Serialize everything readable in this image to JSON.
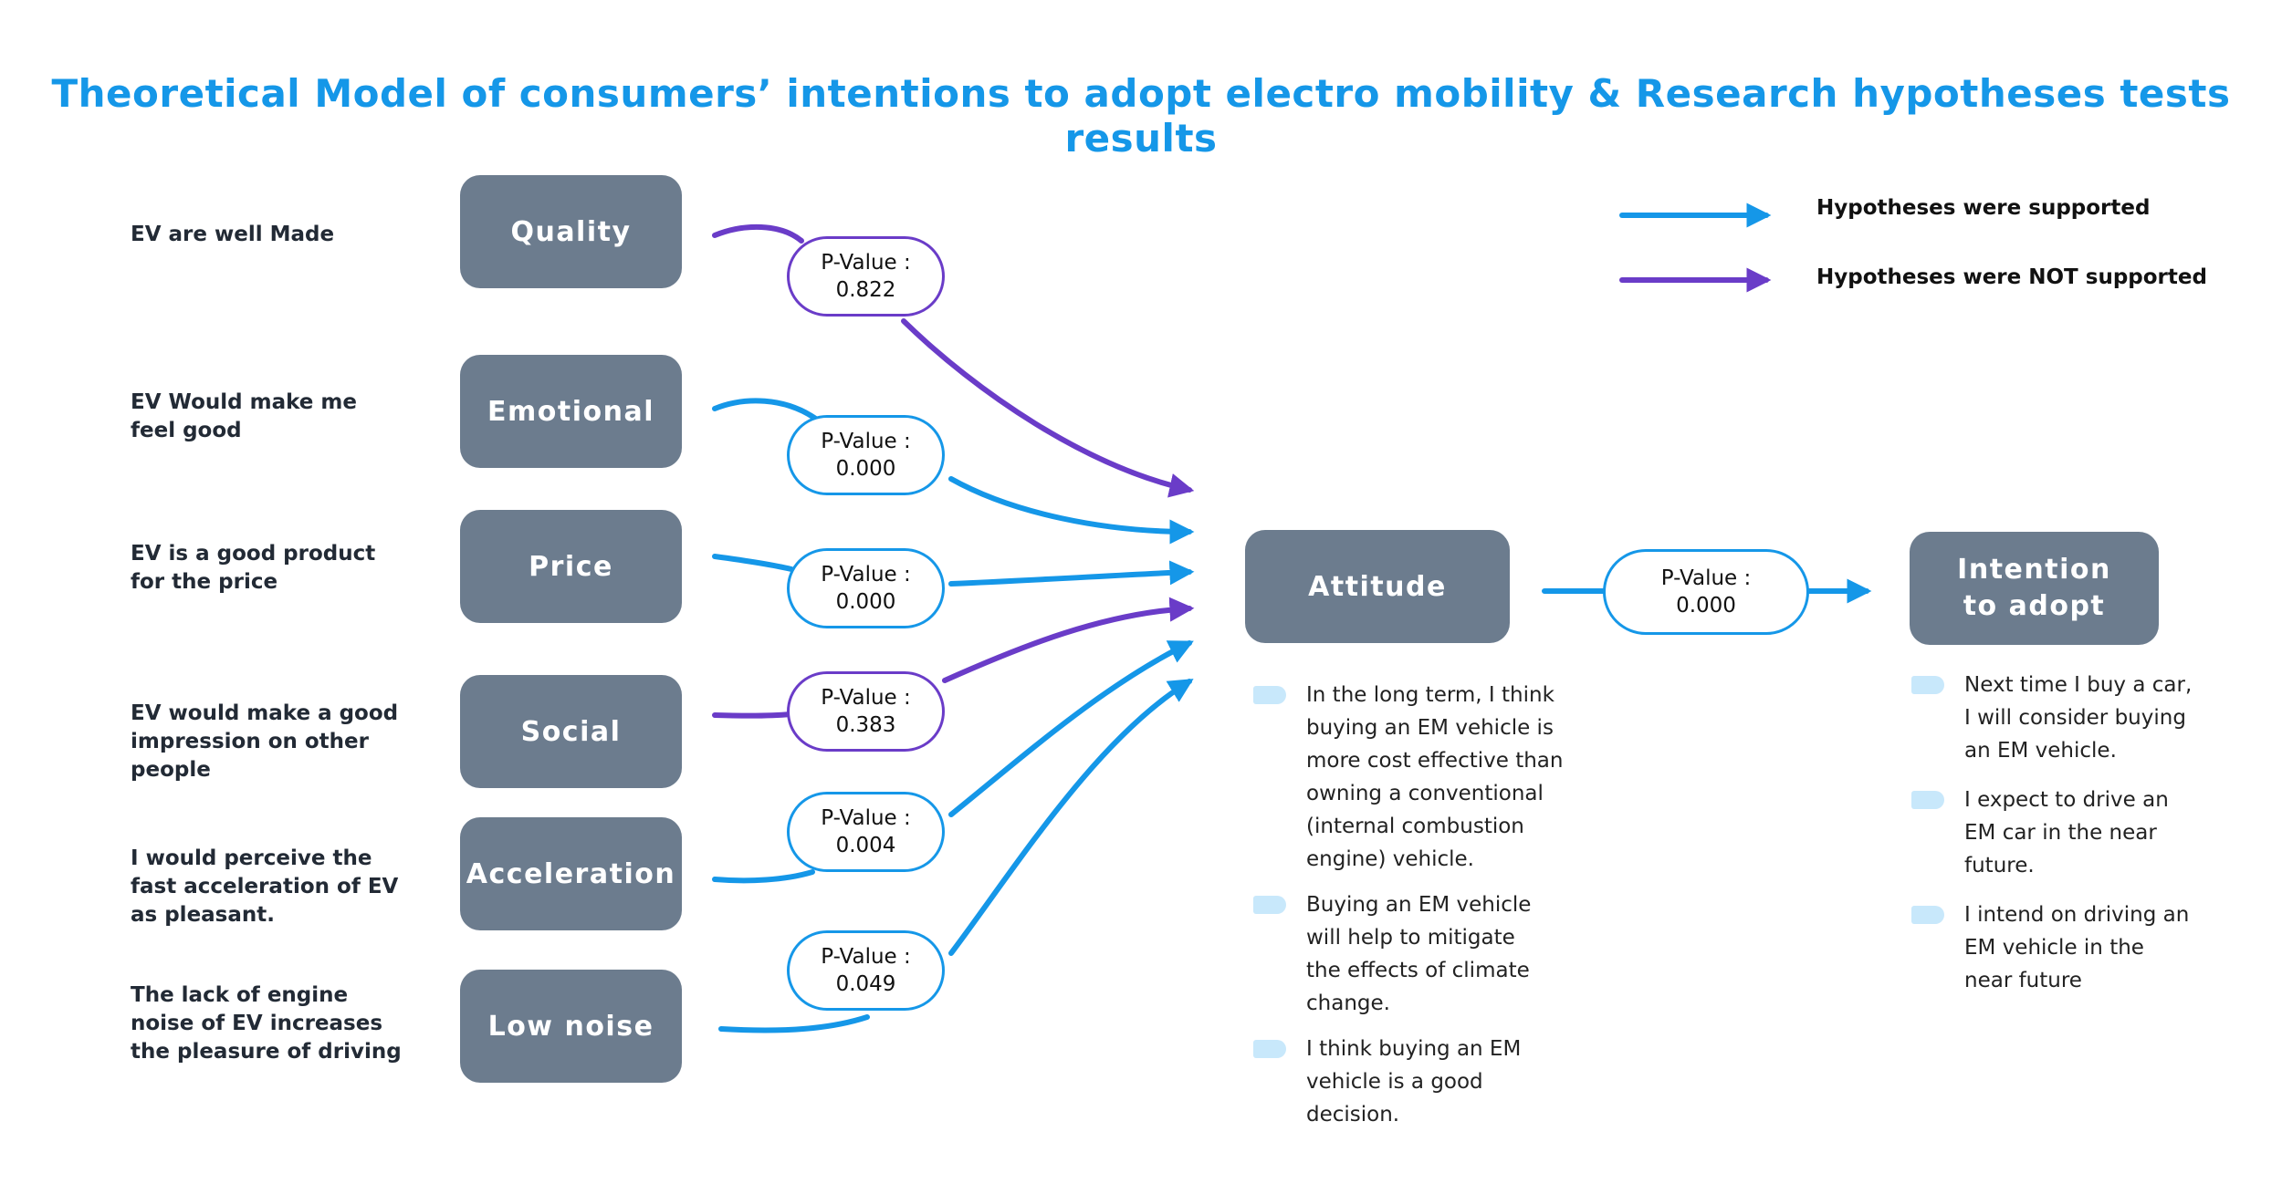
{
  "title": "Theoretical Model of consumers’ intentions to adopt electro mobility & Research hypotheses tests results",
  "colors": {
    "supported": "#1597e8",
    "not_supported": "#6a3cc8",
    "box": "#6c7c8e",
    "bullet": "#c8e8fb"
  },
  "legend": {
    "supported": "Hypotheses were supported",
    "not_supported": "Hypotheses were NOT supported"
  },
  "factors": [
    {
      "name": "Quality",
      "statement": "EV are well Made",
      "p_label": "P-Value :",
      "p_value": "0.822",
      "supported": false
    },
    {
      "name": "Emotional",
      "statement": "EV Would make me feel good",
      "p_label": "P-Value :",
      "p_value": "0.000",
      "supported": true
    },
    {
      "name": "Price",
      "statement": "EV is a good product for the price",
      "p_label": "P-Value :",
      "p_value": "0.000",
      "supported": true
    },
    {
      "name": "Social",
      "statement": "EV would make a good impression on other people",
      "p_label": "P-Value :",
      "p_value": "0.383",
      "supported": false
    },
    {
      "name": "Acceleration",
      "statement": "I would perceive the fast acceleration of EV as pleasant.",
      "p_label": "P-Value :",
      "p_value": "0.004",
      "supported": true
    },
    {
      "name": "Low noise",
      "statement": "The lack of engine noise of EV increases the pleasure of driving",
      "p_label": "P-Value :",
      "p_value": "0.049",
      "supported": true
    }
  ],
  "attitude": {
    "name": "Attitude",
    "p_label": "P-Value :",
    "p_value": "0.000",
    "items": [
      "In the long term, I think buying an EM vehicle is more cost effective than owning a conventional (internal combustion engine) vehicle.",
      "Buying an EM vehicle will help to mitigate the effects of climate change.",
      "I think buying an EM vehicle is a good decision."
    ]
  },
  "intention": {
    "name": "Intention to adopt",
    "items": [
      "Next time I buy a car, I will consider buying an EM vehicle.",
      "I expect to drive an EM car in the near future.",
      "I intend on driving an EM vehicle in the near future"
    ]
  }
}
